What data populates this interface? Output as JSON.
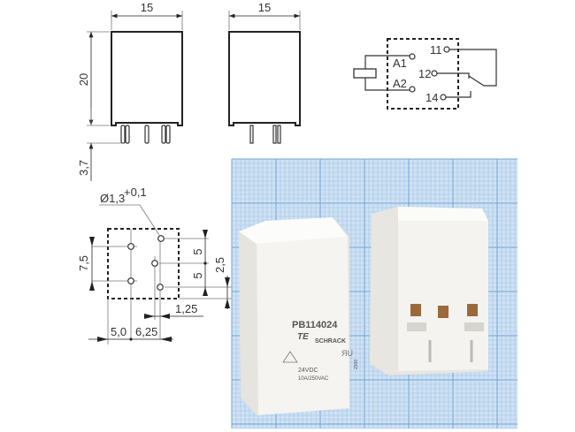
{
  "front_view": {
    "width_label": "15",
    "height_label": "20",
    "pin_length_label": "3,7"
  },
  "side_view": {
    "width_label": "15"
  },
  "footprint": {
    "hole_diameter_label": "Ø1,3",
    "hole_tolerance_label": "+0,1",
    "row_spacing_label": "7,5",
    "pitch_top_label": "5",
    "pitch_bottom_label": "5",
    "offset_label": "2,5",
    "shift_label": "1,25",
    "left_label": "5,0",
    "right_label": "6,25"
  },
  "schematic": {
    "coil_pins": [
      "A1",
      "A2"
    ],
    "contact_pins": [
      "11",
      "12",
      "14"
    ]
  },
  "photo": {
    "part_number": "PB114024",
    "brand": "TE",
    "sub_brand": "SCHRACK",
    "voltage": "24VDC",
    "rating": "10A/250VAC",
    "code": "2300"
  },
  "colors": {
    "grid_paper": "#cfe2f3",
    "relay_body": "#f2f1ec"
  }
}
